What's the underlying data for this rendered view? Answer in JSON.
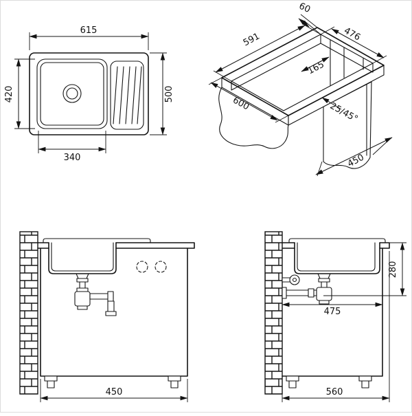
{
  "drawing": {
    "top_view": {
      "overall_width": "615",
      "bowl_height": "420",
      "overall_depth": "500",
      "bowl_width": "340"
    },
    "cutout_view": {
      "front_offset": "60",
      "cutout_width": "476",
      "cutout_length": "591",
      "drain_offset": "165",
      "counter_depth": "600",
      "chamfer": "25/45°",
      "cabinet_width": "450"
    },
    "front_view": {
      "cabinet_width": "450"
    },
    "side_view": {
      "drain_height": "280",
      "wall_to_front": "475",
      "cabinet_depth": "560"
    }
  }
}
